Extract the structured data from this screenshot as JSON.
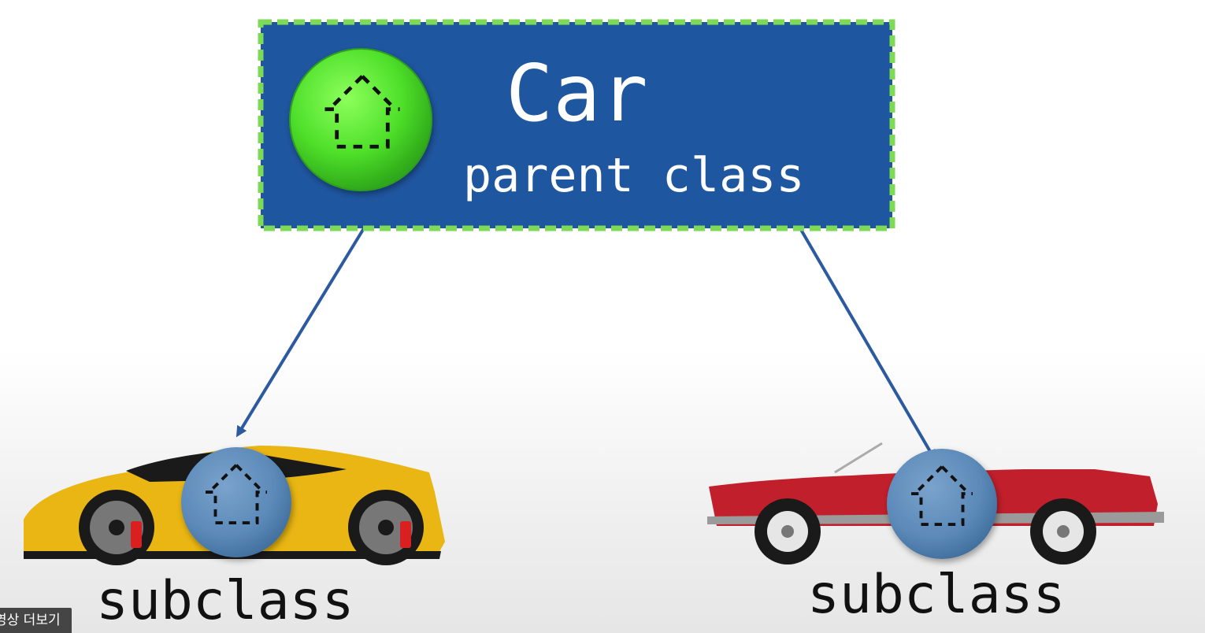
{
  "parent": {
    "title": "Car",
    "subtitle": "parent class",
    "box_fill": "#1f56a0",
    "box_border": "#7ed957",
    "icon_name": "class-icon",
    "icon_color": "#4fe02a"
  },
  "children": [
    {
      "label": "subclass",
      "car": "yellow-sports-car",
      "car_color": "#e9b613",
      "icon_name": "class-icon",
      "icon_color": "#5b89b8"
    },
    {
      "label": "subclass",
      "car": "red-convertible-car",
      "car_color": "#c11f2b",
      "icon_name": "class-icon",
      "icon_color": "#5b89b8"
    }
  ],
  "arrow_color": "#2c5aa0",
  "overlay": {
    "more_videos_label": "영상 더보기"
  }
}
